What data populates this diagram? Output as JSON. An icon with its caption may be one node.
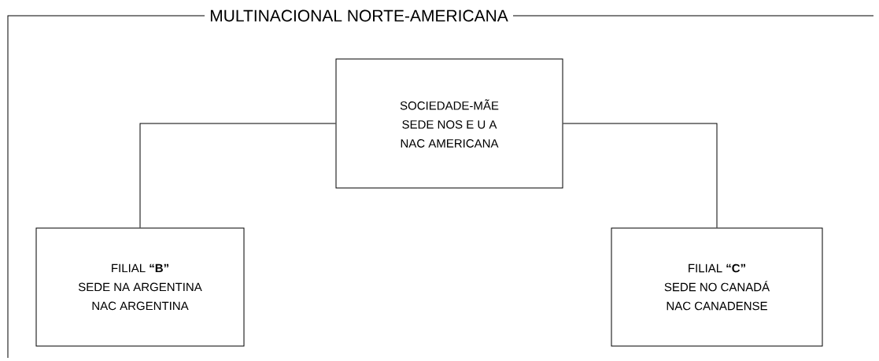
{
  "diagram": {
    "nodes": [
      {
        "text": [
          "MULTINACIONAL  NORTE-AMERICANA"
        ]
      },
      {
        "text": [
          "SOCIEDADE-MÃE",
          "SEDE NOS E U A",
          "NAC  AMERICANA"
        ],
        "in": 0
      },
      {
        "text": [
          "FILIAL **“B”**",
          "SEDE NA ARGENTINA",
          "NAC  ARGENTINA"
        ],
        "in": 0
      },
      {
        "text": [
          "FILIAL **“C”**",
          "SEDE NO CANADÁ",
          "NAC  CANADENSE"
        ],
        "in": 0
      }
    ],
    "edges": [
      {
        "from": 1,
        "to": 2,
        "arrow": "none"
      },
      {
        "from": 1,
        "to": 3,
        "arrow": "none"
      }
    ]
  }
}
